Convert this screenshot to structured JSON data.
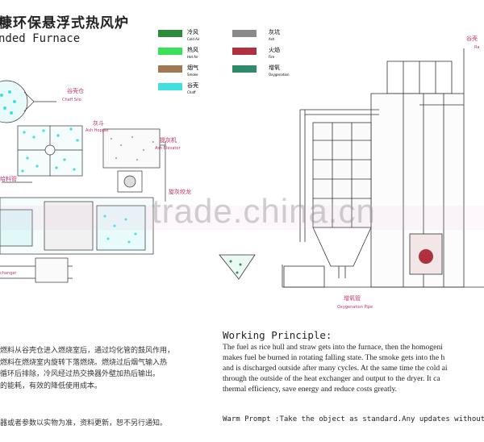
{
  "header": {
    "title_cn": "糠环保悬浮式热风炉",
    "title_en": "nded Furnace"
  },
  "legend": [
    {
      "cn": "冷风",
      "en": "Cold Air",
      "color": "#2e8b3c"
    },
    {
      "cn": "灰坑",
      "en": "Ash",
      "color": "#8a8a8a"
    },
    {
      "cn": "热风",
      "en": "Hot Air",
      "color": "#39e05a"
    },
    {
      "cn": "火焰",
      "en": "Fire",
      "color": "#b03040"
    },
    {
      "cn": "烟气",
      "en": "Smoke",
      "color": "#a07852"
    },
    {
      "cn": "增氧",
      "en": "Oxygenation",
      "color": "#2e8b6a"
    },
    {
      "cn": "谷壳",
      "en": "Chaff",
      "color": "#40e0e0"
    }
  ],
  "labels": {
    "chaff_silo_cn": "谷壳仓",
    "chaff_silo_en": "Chaff Silo",
    "ash_hopper_cn": "灰斗",
    "ash_hopper_en": "Ash Hopper",
    "ash_elevator_cn": "提灰机",
    "ash_elevator_en": "Ash Elevator",
    "feed_cn": "给料管",
    "exchanger_en": "changer",
    "auger_cn": "旋灰绞龙",
    "oxygen_pipe_cn": "增氧管",
    "oxygen_pipe_en": "Oxygenation Pipe",
    "right_top_cn": "谷壳",
    "right_top_en": "Ra"
  },
  "watermark": "trade.china.cn",
  "working": {
    "title": "Working Principle:",
    "lines": [
      "The fuel as rice hull and straw gets into the furnace, then the homogeni",
      "makes fuel be burned in rotating falling state. The smoke gets into the h",
      "and is discharged outside after many cycles. At the same time the cold ai",
      "through the outside of the heat exchanger and output to the dryer. It ca",
      "thermal efficiency, save energy and reduce costs greatly."
    ]
  },
  "cn_text": {
    "lines": [
      "燃料从谷壳仓进入燃烧室后，通过均化管的鼓风作用，",
      "燃料在燃烧室内旋转下落燃烧。燃烧过后烟气输入热",
      "循环后排除，冷风经过热交换器外壁加热后输出。",
      "的能耗，有效的降低使用成本。"
    ]
  },
  "warm": {
    "en": "Warm Prompt :Take the object as standard.Any updates without",
    "cn": "器或者参数以实物为准，资料更新，恕不另行通知。"
  }
}
